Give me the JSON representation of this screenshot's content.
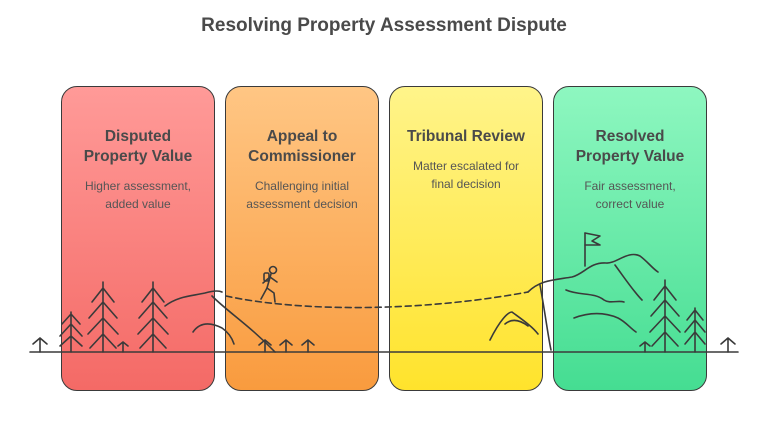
{
  "title": "Resolving Property Assessment Dispute",
  "stages": [
    {
      "title_line1": "Disputed",
      "title_line2": "Property Value",
      "desc_line1": "Higher assessment,",
      "desc_line2": "added value"
    },
    {
      "title_line1": "Appeal to",
      "title_line2": "Commissioner",
      "desc_line1": "Challenging initial",
      "desc_line2": "assessment decision"
    },
    {
      "title_line1": "Tribunal Review",
      "title_line2": "",
      "desc_line1": "Matter escalated for",
      "desc_line2": "final decision"
    },
    {
      "title_line1": "Resolved",
      "title_line2": "Property Value",
      "desc_line1": "Fair assessment,",
      "desc_line2": "correct value"
    }
  ],
  "colors": {
    "stage_1": "#f46a66",
    "stage_2": "#f99b3e",
    "stage_3": "#ffe32c",
    "stage_4": "#45dd92",
    "outline": "#3a3a3a"
  },
  "icons": [
    "pine-tree-icon",
    "hiker-icon",
    "flag-icon",
    "mountain-icon",
    "grass-icon"
  ]
}
